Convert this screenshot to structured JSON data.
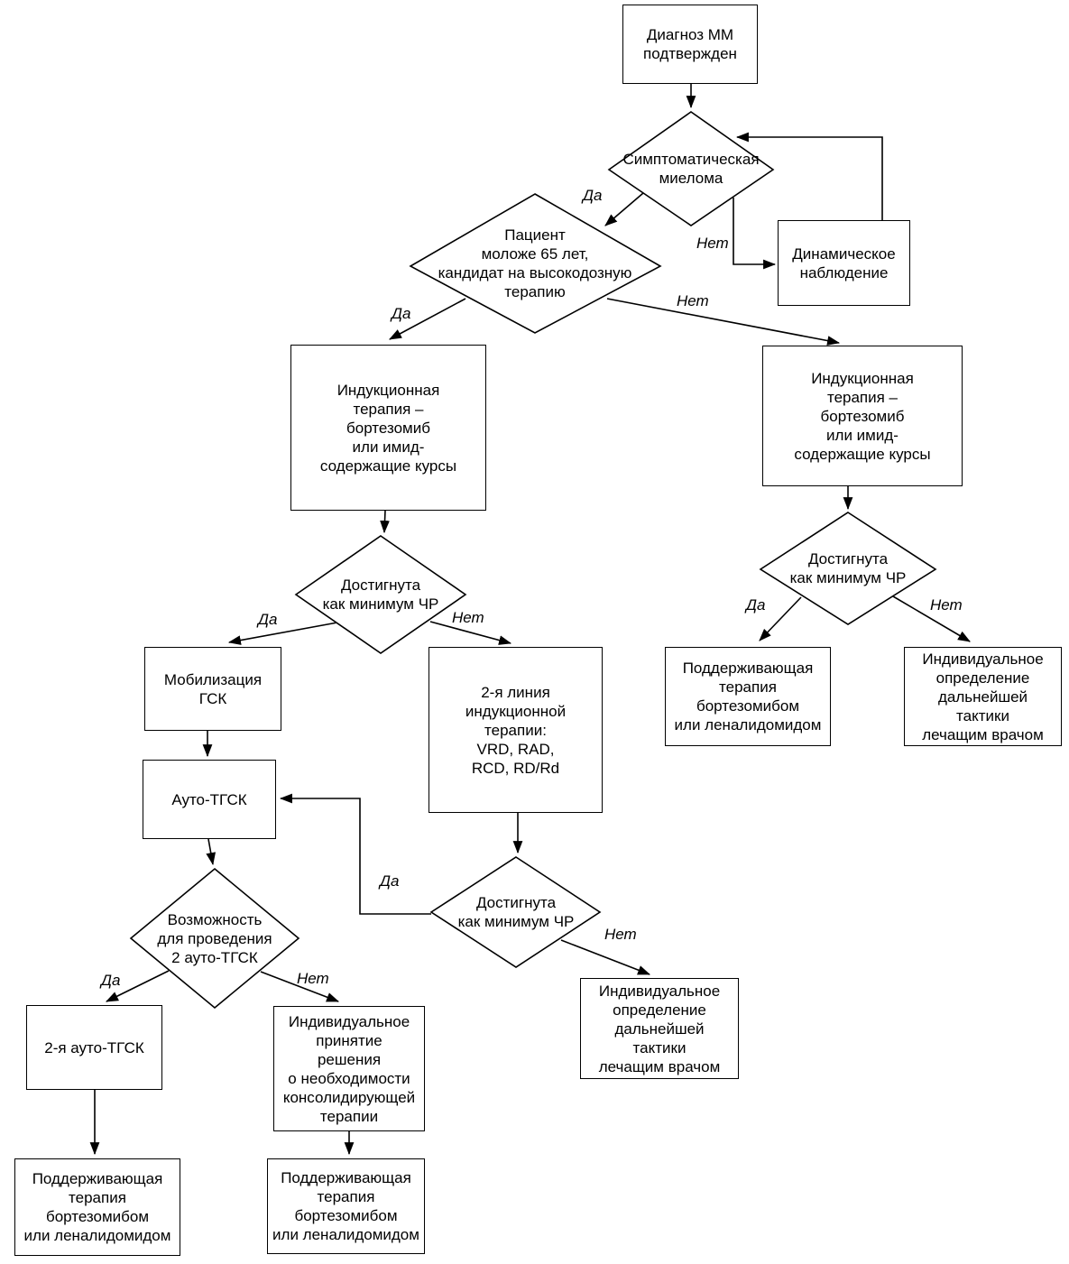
{
  "diagram": {
    "type": "flowchart",
    "language": "ru",
    "nodes": {
      "diagnosis": {
        "shape": "rect",
        "text": "Диагноз ММ\nподтвержден"
      },
      "symptomatic": {
        "shape": "diamond",
        "text": "Симптоматическая\nмиелома"
      },
      "dynamic_observation": {
        "shape": "rect",
        "text": "Динамическое\nнаблюдение"
      },
      "young_candidate": {
        "shape": "diamond",
        "text": "Пациент\nмоложе 65 лет,\nкандидат на высокодозную\nтерапию"
      },
      "induction_left": {
        "shape": "rect",
        "text": "Индукционная\nтерапия –\nбортезомиб\nили имид-\nсодержащие курсы"
      },
      "induction_right": {
        "shape": "rect",
        "text": "Индукционная\nтерапия –\nбортезомиб\nили имид-\nсодержащие курсы"
      },
      "response_left": {
        "shape": "diamond",
        "text": "Достигнута\nкак минимум ЧР"
      },
      "response_right": {
        "shape": "diamond",
        "text": "Достигнута\nкак минимум ЧР"
      },
      "response_second": {
        "shape": "diamond",
        "text": "Достигнута\nкак минимум ЧР"
      },
      "mobilization": {
        "shape": "rect",
        "text": "Мобилизация\nГСК"
      },
      "second_line": {
        "shape": "rect",
        "text": "2-я линия\nиндукционной\nтерапии:\nVRD, RAD,\nRCD, RD/Rd"
      },
      "auto_tgsk": {
        "shape": "rect",
        "text": "Ауто-ТГСК"
      },
      "possibility": {
        "shape": "diamond",
        "text": "Возможность\nдля проведения\n2 ауто-ТГСК"
      },
      "second_auto": {
        "shape": "rect",
        "text": "2-я ауто-ТГСК"
      },
      "individual_decision": {
        "shape": "rect",
        "text": "Индивидуальное\nпринятие\nрешения\nо необходимости\nконсолидирующей\nтерапии"
      },
      "maintenance_right": {
        "shape": "rect",
        "text": "Поддерживающая\nтерапия\nбортезомибом\nили леналидомидом"
      },
      "individual_right": {
        "shape": "rect",
        "text": "Индивидуальное\nопределение\nдальнейшей\nтактики\nлечащим врачом"
      },
      "individual_mid": {
        "shape": "rect",
        "text": "Индивидуальное\nопределение\nдальнейшей\nтактики\nлечащим врачом"
      },
      "maintenance_left": {
        "shape": "rect",
        "text": "Поддерживающая\nтерапия\nбортезомибом\nили леналидомидом"
      },
      "maintenance_mid": {
        "shape": "rect",
        "text": "Поддерживающая\nтерапия\nбортезомибом\nили леналидомидом"
      }
    },
    "edge_labels": {
      "symptomatic_yes": "Да",
      "symptomatic_no": "Нет",
      "candidate_yes": "Да",
      "candidate_no": "Нет",
      "response_left_yes": "Да",
      "response_left_no": "Нет",
      "response_right_yes": "Да",
      "response_right_no": "Нет",
      "response_second_yes": "Да",
      "response_second_no": "Нет",
      "possibility_yes": "Да",
      "possibility_no": "Нет"
    },
    "colors": {
      "line": "#000000",
      "text": "#000000",
      "background": "#ffffff"
    }
  }
}
